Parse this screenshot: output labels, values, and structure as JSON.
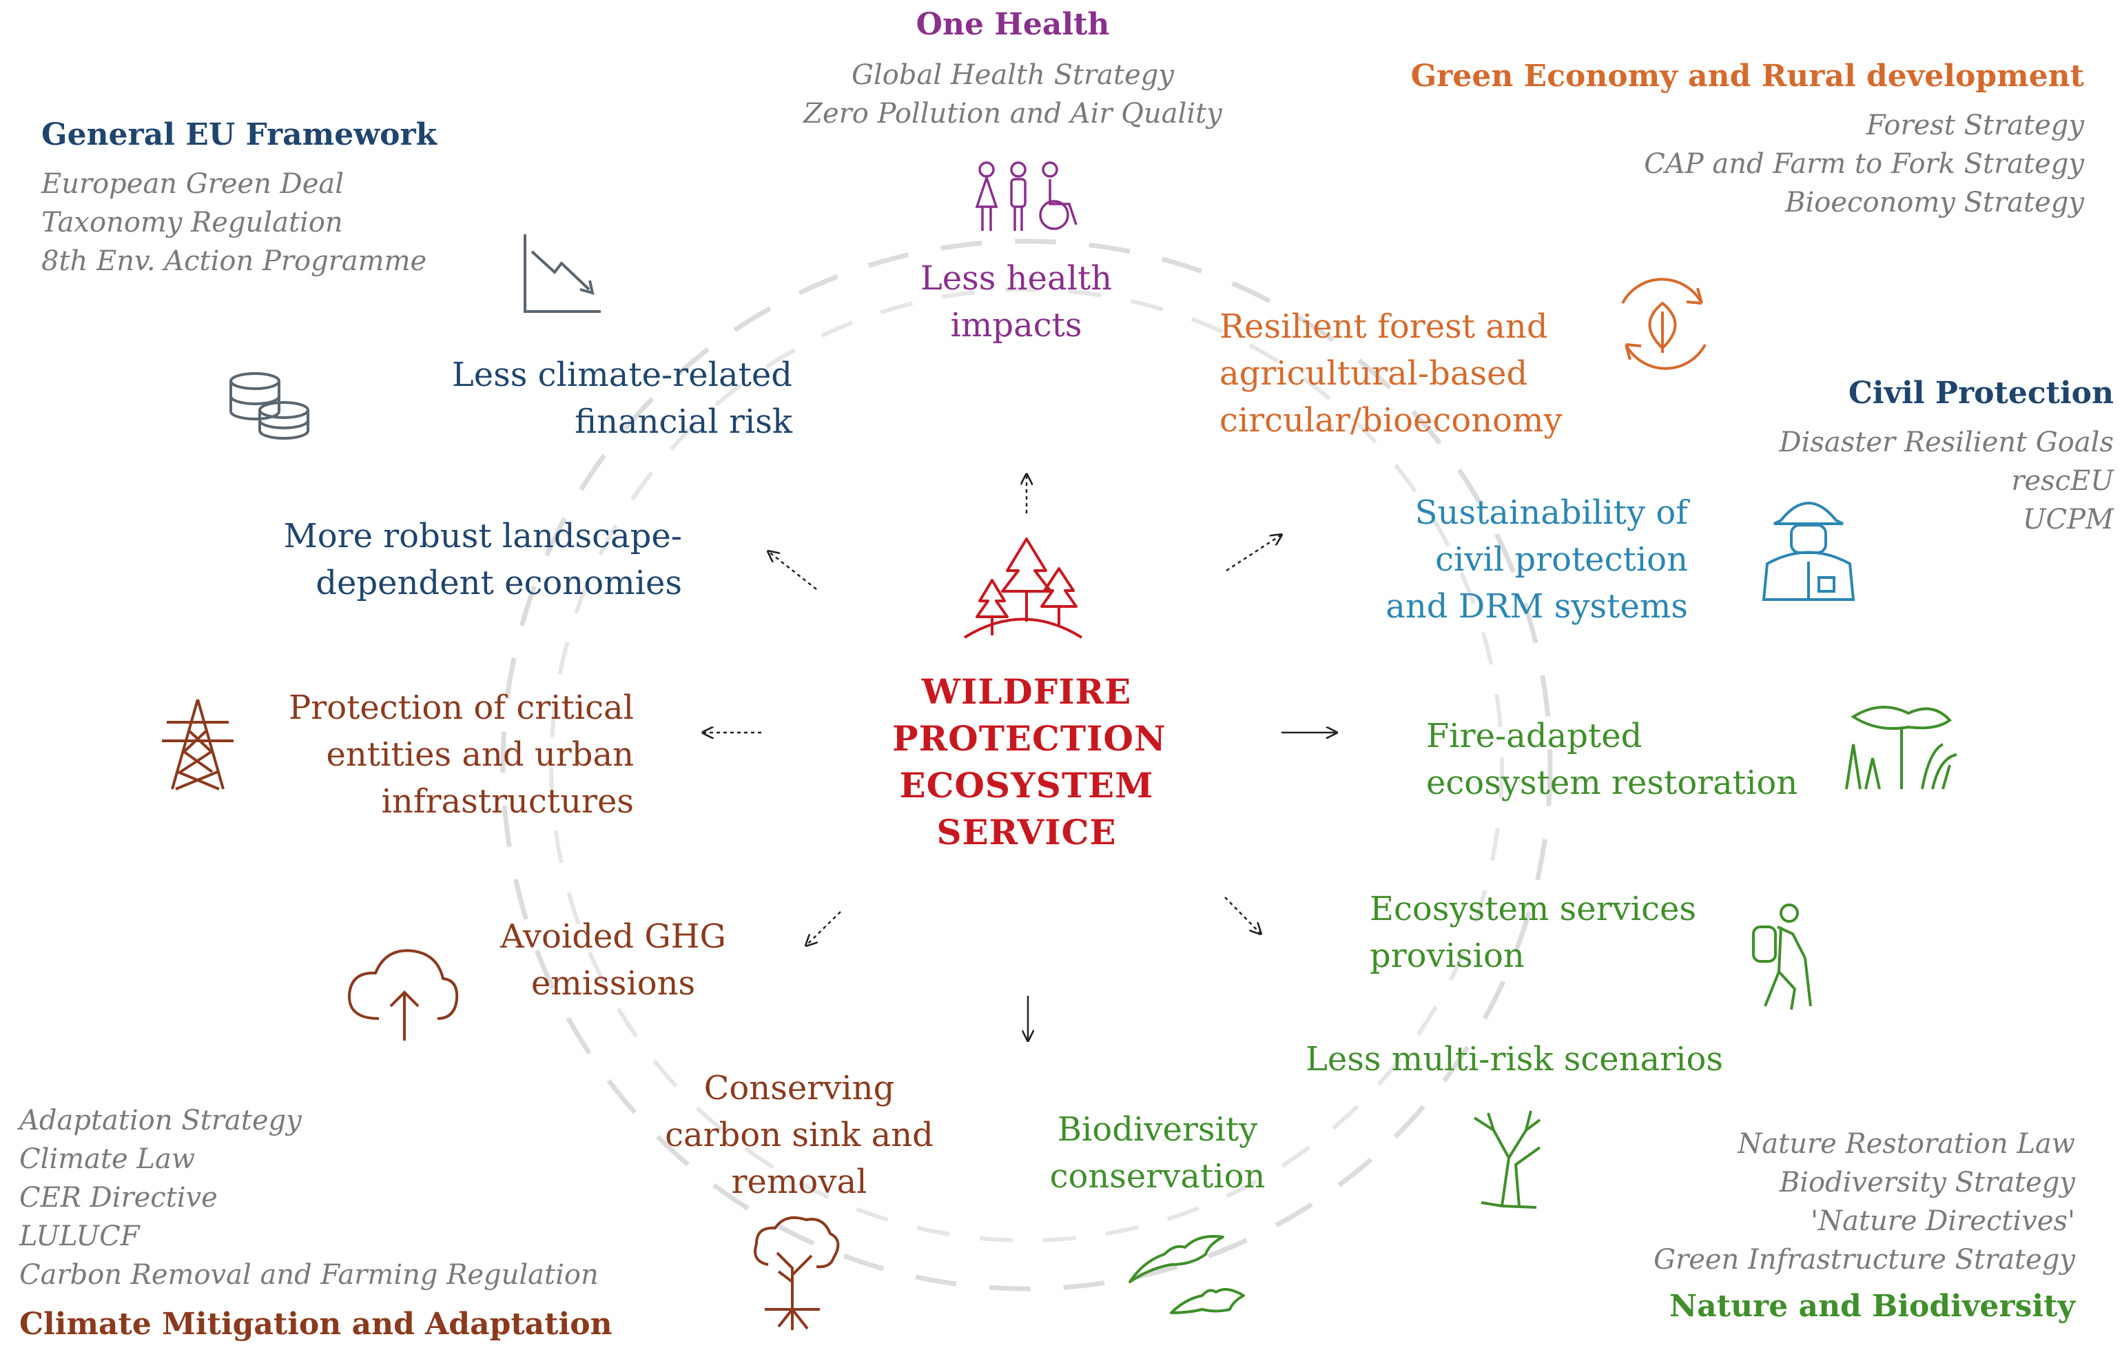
{
  "center": {
    "lines": [
      "WILDFIRE",
      "PROTECTION",
      "ECOSYSTEM",
      "SERVICE"
    ]
  },
  "colors": {
    "center": "#c8181f",
    "one_health": "#8a2f8c",
    "green_economy": "#d56a2c",
    "general_eu": "#1f456e",
    "civil_protection": "#2b86b3",
    "climate": "#8b3a1d",
    "nature": "#3f8f2a",
    "policy": "#7a7a7a",
    "ring": "#d9d9d9"
  },
  "frameworks": {
    "one_health": {
      "title": "One Health",
      "policies": [
        "Global Health Strategy",
        "Zero Pollution and Air Quality"
      ],
      "icon": "people-wheelchair-icon"
    },
    "green_economy": {
      "title": "Green Economy and Rural development",
      "policies": [
        "Forest Strategy",
        "CAP and Farm to Fork Strategy",
        "Bioeconomy Strategy"
      ],
      "icon": "recycle-leaf-icon"
    },
    "general_eu": {
      "title": "General EU Framework",
      "policies": [
        "European Green Deal",
        "Taxonomy Regulation",
        "8th Env. Action Programme"
      ],
      "icon": "declining-chart-icon"
    },
    "civil_protection": {
      "title": "Civil Protection",
      "policies": [
        "Disaster Resilient Goals",
        "rescEU",
        "UCPM"
      ],
      "icon": "firefighter-icon"
    },
    "climate": {
      "title": "Climate Mitigation and Adaptation",
      "policies": [
        "Adaptation Strategy",
        "Climate Law",
        "CER Directive",
        "LULUCF",
        "Carbon Removal and Farming Regulation"
      ],
      "icon": "cloud-upload-icon"
    },
    "nature": {
      "title": "Nature and Biodiversity",
      "policies": [
        "Nature Restoration Law",
        "Biodiversity Strategy",
        "'Nature Directives'",
        "Green Infrastructure Strategy"
      ],
      "icon": "bats-icon"
    }
  },
  "benefits": {
    "health": [
      "Less health",
      "impacts"
    ],
    "circular": [
      "Resilient forest and",
      "agricultural-based",
      "circular/bioeconomy"
    ],
    "financial": [
      "Less climate-related",
      "financial risk"
    ],
    "landscape": [
      "More robust landscape-",
      "dependent economies"
    ],
    "civil": [
      "Sustainability of",
      "civil protection",
      "and DRM systems"
    ],
    "critical": [
      "Protection of critical",
      "entities and urban",
      "infrastructures"
    ],
    "restoration": [
      "Fire-adapted",
      "ecosystem restoration"
    ],
    "ghg": [
      "Avoided GHG",
      "emissions"
    ],
    "ess": [
      "Ecosystem services",
      "provision"
    ],
    "multirisk": [
      "Less multi-risk scenarios"
    ],
    "carbon": [
      "Conserving",
      "carbon sink and",
      "removal"
    ],
    "biodiversity": [
      "Biodiversity",
      "conservation"
    ]
  }
}
